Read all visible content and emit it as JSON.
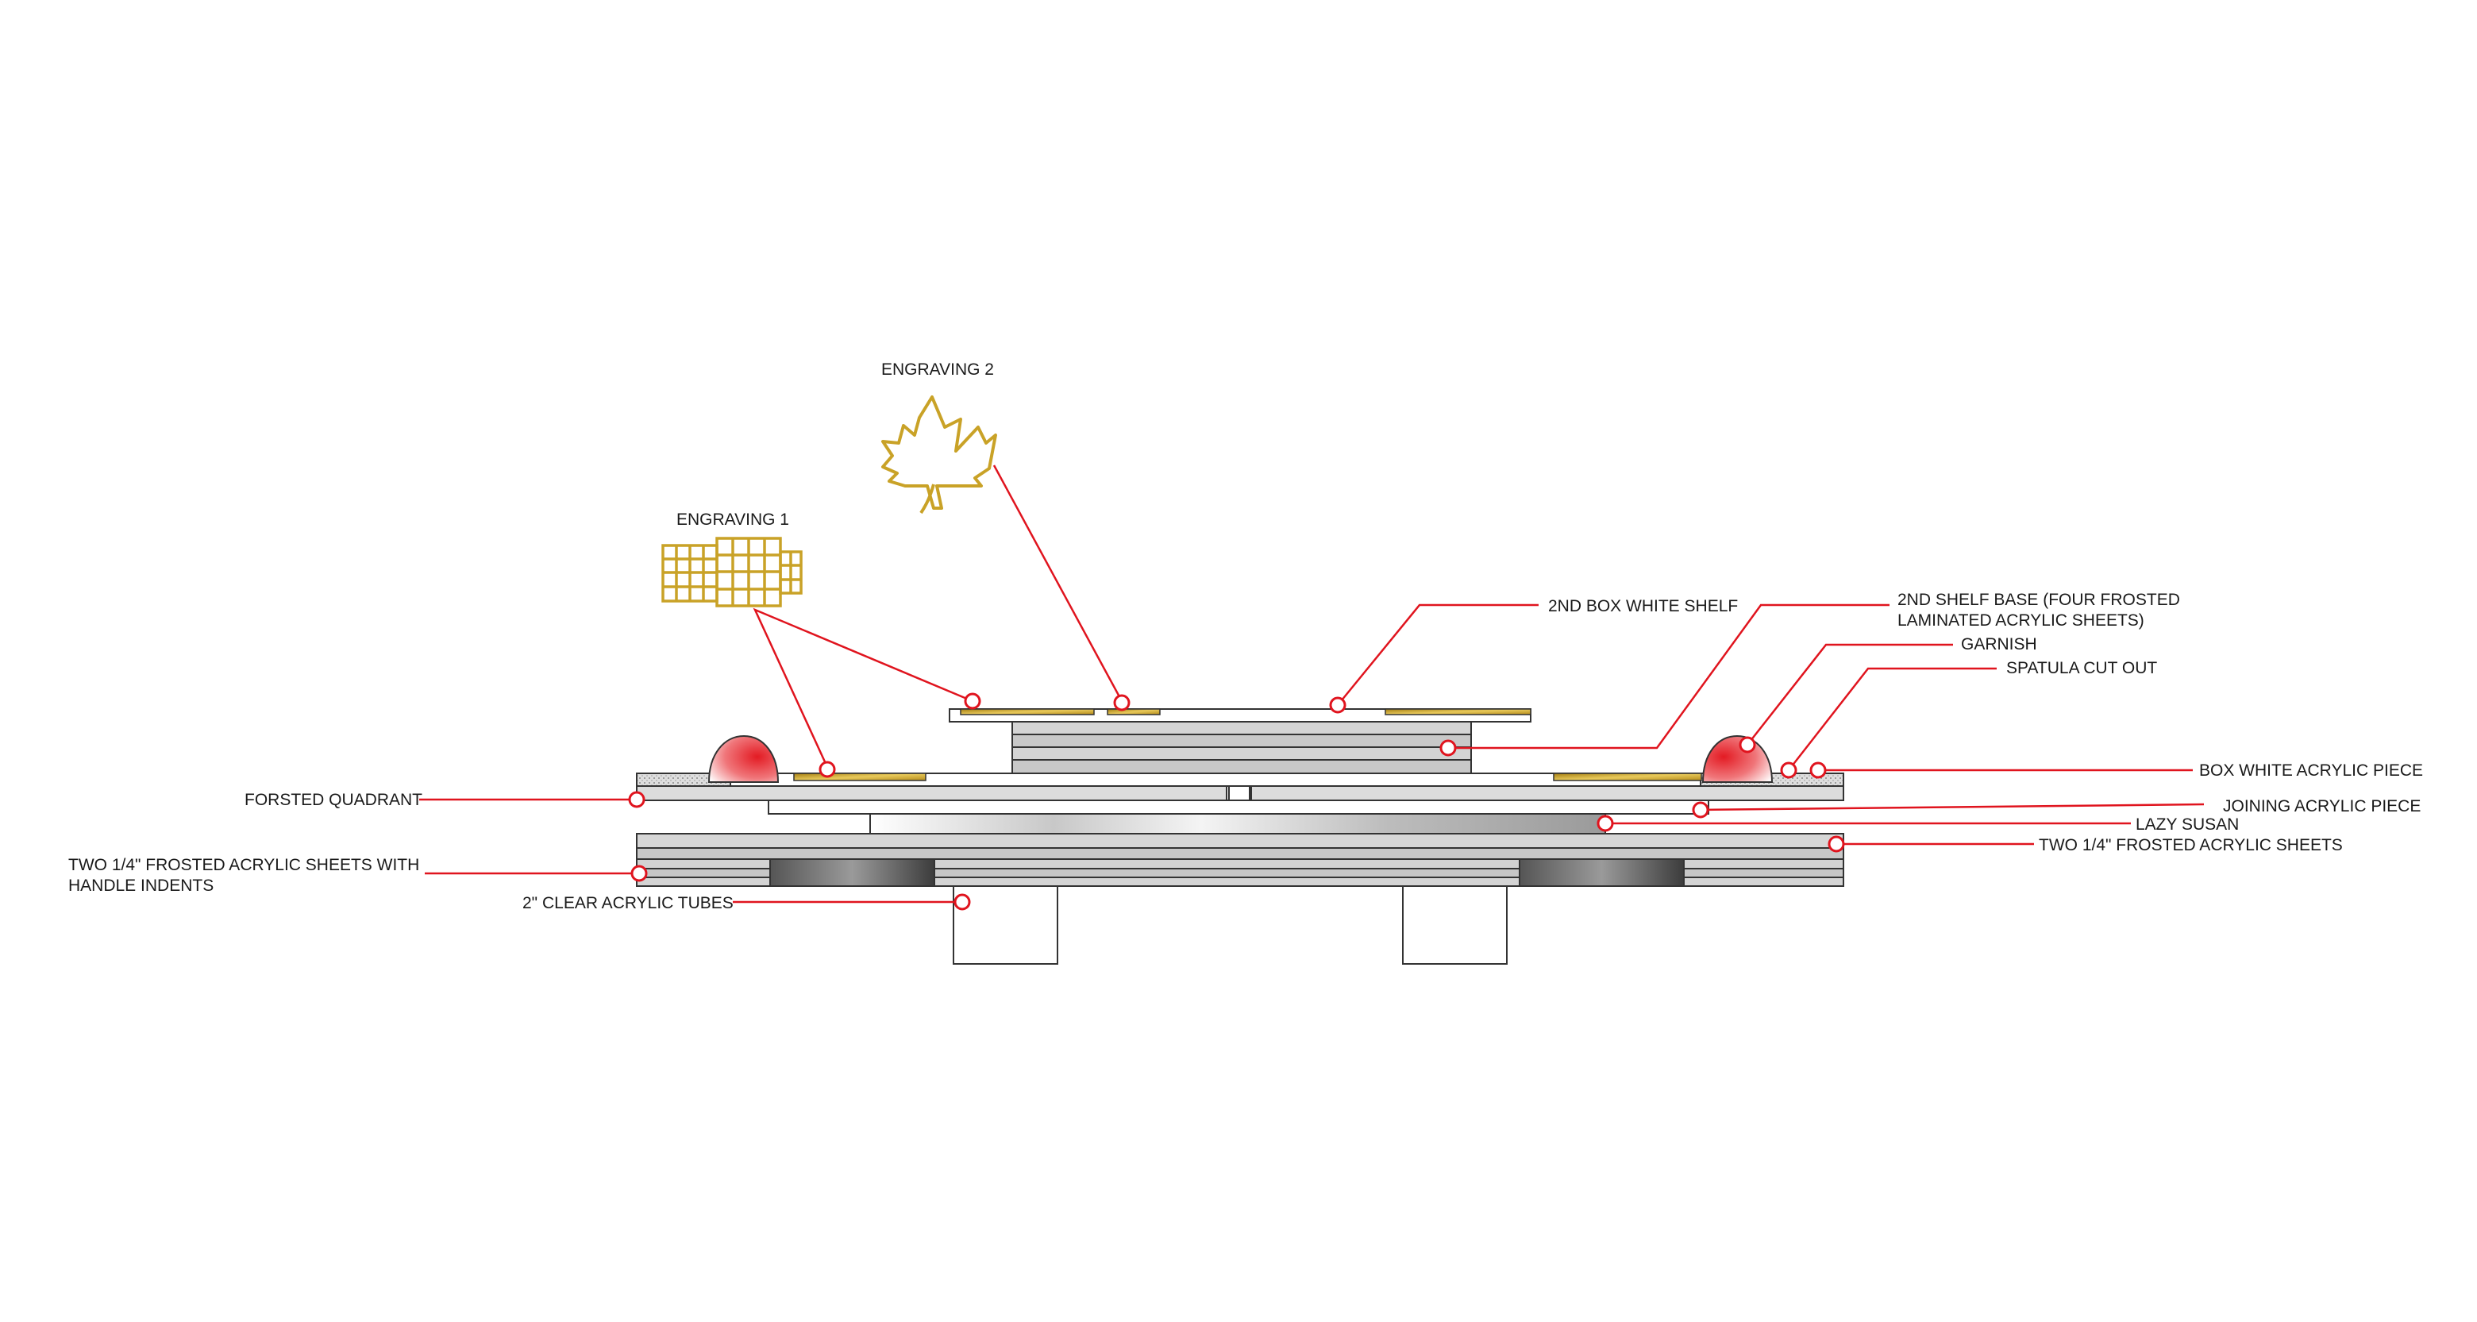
{
  "labels": {
    "engraving_2": "ENGRAVING 2",
    "engraving_1": "ENGRAVING 1",
    "second_box_white_shelf": "2ND BOX WHITE SHELF",
    "second_shelf_base_line1": "2ND SHELF BASE (FOUR FROSTED",
    "second_shelf_base_line2": "LAMINATED ACRYLIC SHEETS)",
    "garnish": "GARNISH",
    "spatula_cut_out": "SPATULA CUT OUT",
    "box_white_acrylic_piece": "BOX WHITE ACRYLIC PIECE",
    "forsted_quadrant": "FORSTED QUADRANT",
    "joining_acrylic_piece": "JOINING ACRYLIC PIECE",
    "lazy_susan": "LAZY SUSAN",
    "two_frosted_sheets_handle_line1": "TWO 1/4\" FROSTED ACRYLIC SHEETS WITH",
    "two_frosted_sheets_handle_line2": "HANDLE INDENTS",
    "two_frosted_sheets": "TWO 1/4\" FROSTED ACRYLIC SHEETS",
    "clear_acrylic_tubes": "2\" CLEAR ACRYLIC TUBES"
  },
  "colors": {
    "leader": "#e0141e",
    "gold": "#c9a227",
    "garnish_red": "#e31b23",
    "sheet_fill": "#d2d2d2",
    "outline": "#333333"
  },
  "icons": {
    "engraving_1": "grid-pattern-icon",
    "engraving_2": "maple-leaf-icon"
  }
}
